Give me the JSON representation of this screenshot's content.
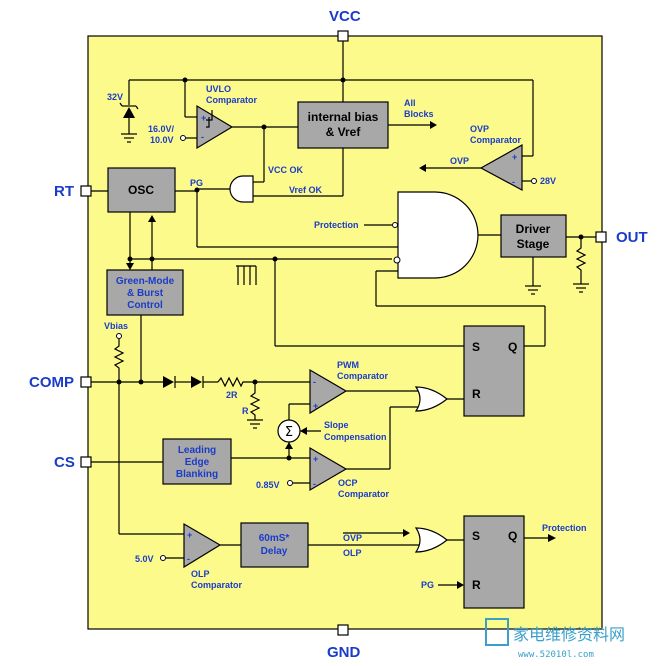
{
  "pins": {
    "vcc": "VCC",
    "gnd": "GND",
    "rt": "RT",
    "comp": "COMP",
    "cs": "CS",
    "out": "OUT"
  },
  "blocks": {
    "osc": "OSC",
    "bias_line1": "internal bias",
    "bias_line2": "& Vref",
    "driver_line1": "Driver",
    "driver_line2": "Stage",
    "green_line1": "Green-Mode",
    "green_line2": "& Burst",
    "green_line3": "Control",
    "leb_line1": "Leading",
    "leb_line2": "Edge",
    "leb_line3": "Blanking",
    "delay_line1": "60mS*",
    "delay_line2": "Delay"
  },
  "labels": {
    "zener_32v": "32V",
    "uvlo_line1": "UVLO",
    "uvlo_line2": "Comparator",
    "uvlo_thr1": "16.0V/",
    "uvlo_thr2": "10.0V",
    "all_blocks_1": "All",
    "all_blocks_2": "Blocks",
    "ovp_line1": "OVP",
    "ovp_line2": "Comparator",
    "ovp_out": "OVP",
    "ovp_ref": "28V",
    "vcc_ok": "VCC OK",
    "vref_ok": "Vref OK",
    "pg": "PG",
    "protection_in": "Protection",
    "vbias": "Vbias",
    "pwm_line1": "PWM",
    "pwm_line2": "Comparator",
    "res_2r": "2R",
    "res_r": "R",
    "sum": "Σ",
    "slope_line1": "Slope",
    "slope_line2": "Compensation",
    "ocp_ref": "0.85V",
    "ocp_line1": "OCP",
    "ocp_line2": "Comparator",
    "olp_ref": "5.0V",
    "olp_line1": "OLP",
    "olp_line2": "Comparator",
    "ovp_in": "OVP",
    "olp_in": "OLP",
    "protection_out": "Protection",
    "pg_in": "PG",
    "ff_s": "S",
    "ff_q": "Q",
    "ff_r": "R",
    "plus": "+",
    "minus": "-"
  },
  "watermark": {
    "cn": "家电维修资料网",
    "url": "www.52010l.com"
  },
  "colors": {
    "chip_body": "#fdfa8c",
    "blocks": "#a8a8a8",
    "label_blue": "#1a3cc8"
  }
}
